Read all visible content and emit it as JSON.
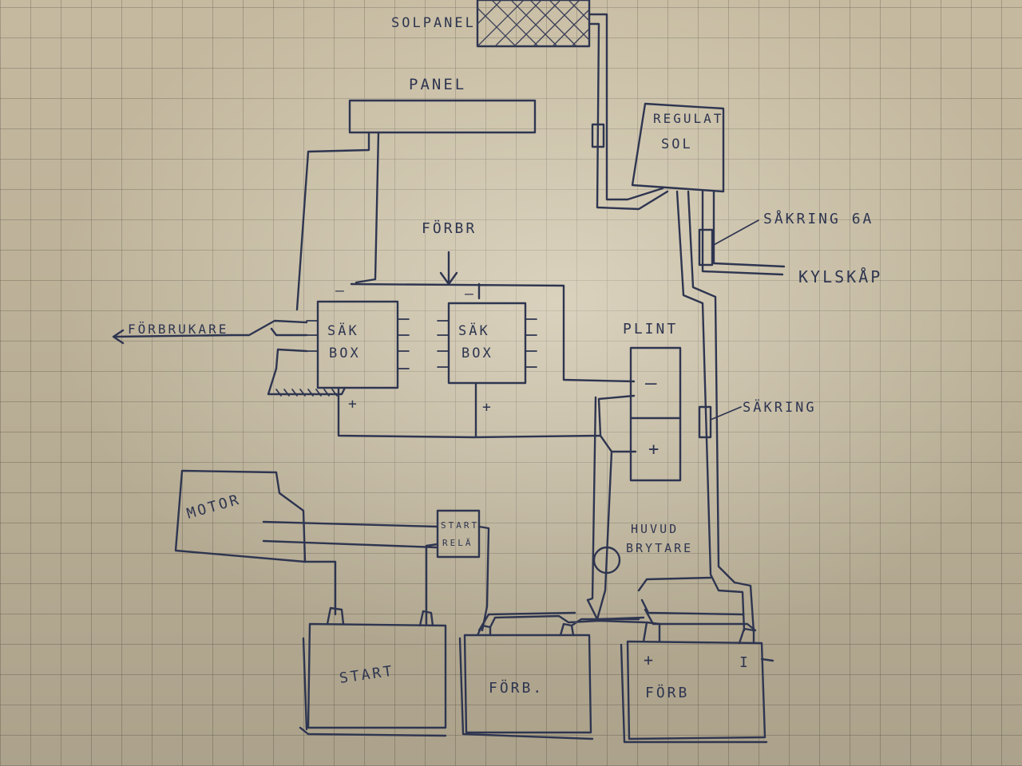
{
  "labels": {
    "solpanel": "SOLPANEL",
    "panel": "PANEL",
    "regulator_line1": "REGULAT",
    "regulator_line2": "SOL",
    "sakring_6a": "SÅKRING 6A",
    "kylskap": "KYLSKÅP",
    "forbr": "FÖRBR",
    "forbrukare": "FÖRBRUKARE",
    "sak_box_1_line1": "SÄK",
    "sak_box_1_line2": "BOX",
    "sak_box_2_line1": "SÄK",
    "sak_box_2_line2": "BOX",
    "plint": "PLINT",
    "plint_minus": "–",
    "plint_plus": "+",
    "sakring": "SÄKRING",
    "motor": "MOTOR",
    "start_rele_line1": "START",
    "start_rele_line2": "RELÄ",
    "huvudbrytare_line1": "HUVUD",
    "huvudbrytare_line2": "BRYTARE",
    "battery_start": "START",
    "battery_forb_1": "FÖRB.",
    "battery_forb_2": "FÖRB",
    "box1_minus": "–",
    "box1_plus": "+",
    "box2_minus": "–",
    "box2_plus": "+",
    "battery3_plus": "+",
    "battery3_minus": "I"
  },
  "colors": {
    "ink": "#2e3550",
    "paper": "#d2c6aa"
  }
}
